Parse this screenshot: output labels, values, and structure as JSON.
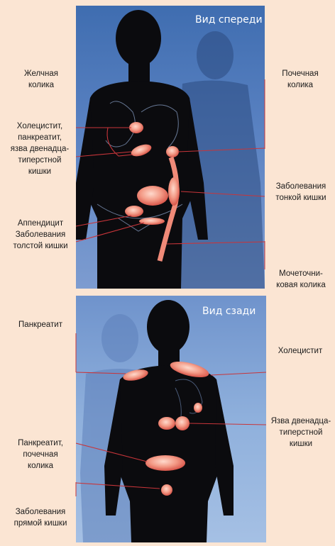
{
  "front": {
    "title": "Вид спереди",
    "left_labels": [
      [
        "Желчная",
        "колика"
      ],
      [
        "Холецистит,",
        "панкреатит,",
        "язва двенадца-",
        "типерстной",
        "кишки"
      ],
      [
        "Аппендицит",
        "Заболевания",
        "толстой кишки"
      ]
    ],
    "right_labels": [
      [
        "Почечная",
        "колика"
      ],
      [
        "Заболевания",
        "тонкой кишки"
      ],
      [
        "Мочеточни-",
        "ковая колика"
      ]
    ]
  },
  "back": {
    "title": "Вид сзади",
    "left_labels": [
      [
        "Панкреатит"
      ],
      [
        "Панкреатит,",
        "почечная",
        "колика"
      ],
      [
        "Заболевания",
        "прямой кишки"
      ]
    ],
    "right_labels": [
      [
        "Холецистит"
      ],
      [
        "Язва двенадца-",
        "типерстной",
        "кишки"
      ]
    ]
  },
  "colors": {
    "background": "#fbe5d3",
    "silhouette": "#0b0b0e",
    "organ": "#f08a78",
    "pointer_line": "#c8353a"
  }
}
